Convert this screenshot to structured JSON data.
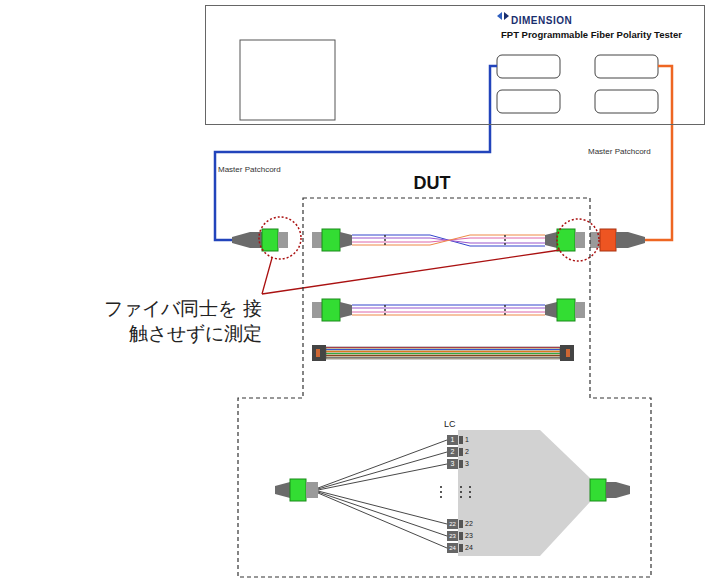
{
  "diagram": {
    "nodes": [
      {
        "text": [
          "DIMENSION",
          "FPT Programmable Fiber Polarity Tester"
        ]
      },
      {
        "text": [
          "DUT"
        ]
      }
    ],
    "labels": [
      "Master Patchcord",
      "Master Patchcord",
      "ファイバ同士を 接触させずに測定",
      "LC",
      "1",
      "2",
      "3",
      "22",
      "23",
      "24",
      "1",
      "2",
      "3",
      "22",
      "23",
      "24"
    ]
  }
}
